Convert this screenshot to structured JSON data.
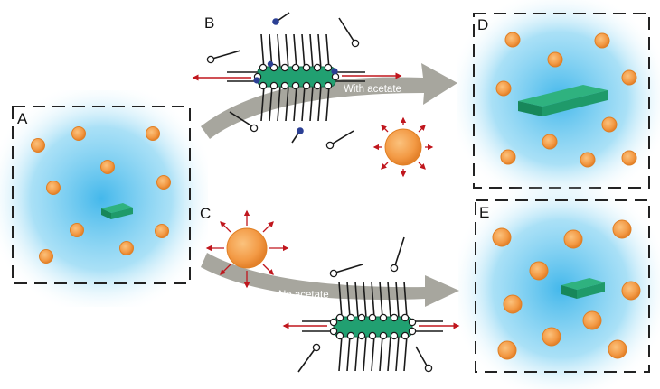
{
  "panels": {
    "a": {
      "label": "A"
    },
    "b": {
      "label": "B"
    },
    "c": {
      "label": "C"
    },
    "d": {
      "label": "D"
    },
    "e": {
      "label": "E"
    }
  },
  "arrows": {
    "upper": {
      "label": "With acetate"
    },
    "lower": {
      "label": "No acetate"
    }
  },
  "colors": {
    "solution_glow": "#38b6ea",
    "particle": "#f6a04d",
    "particle_edge": "#e07f24",
    "crystal": "#1f9a6a",
    "process_arrow": "#a7a69e",
    "force_arrow": "#c0161d",
    "acetate_head": "#2b3f94"
  }
}
